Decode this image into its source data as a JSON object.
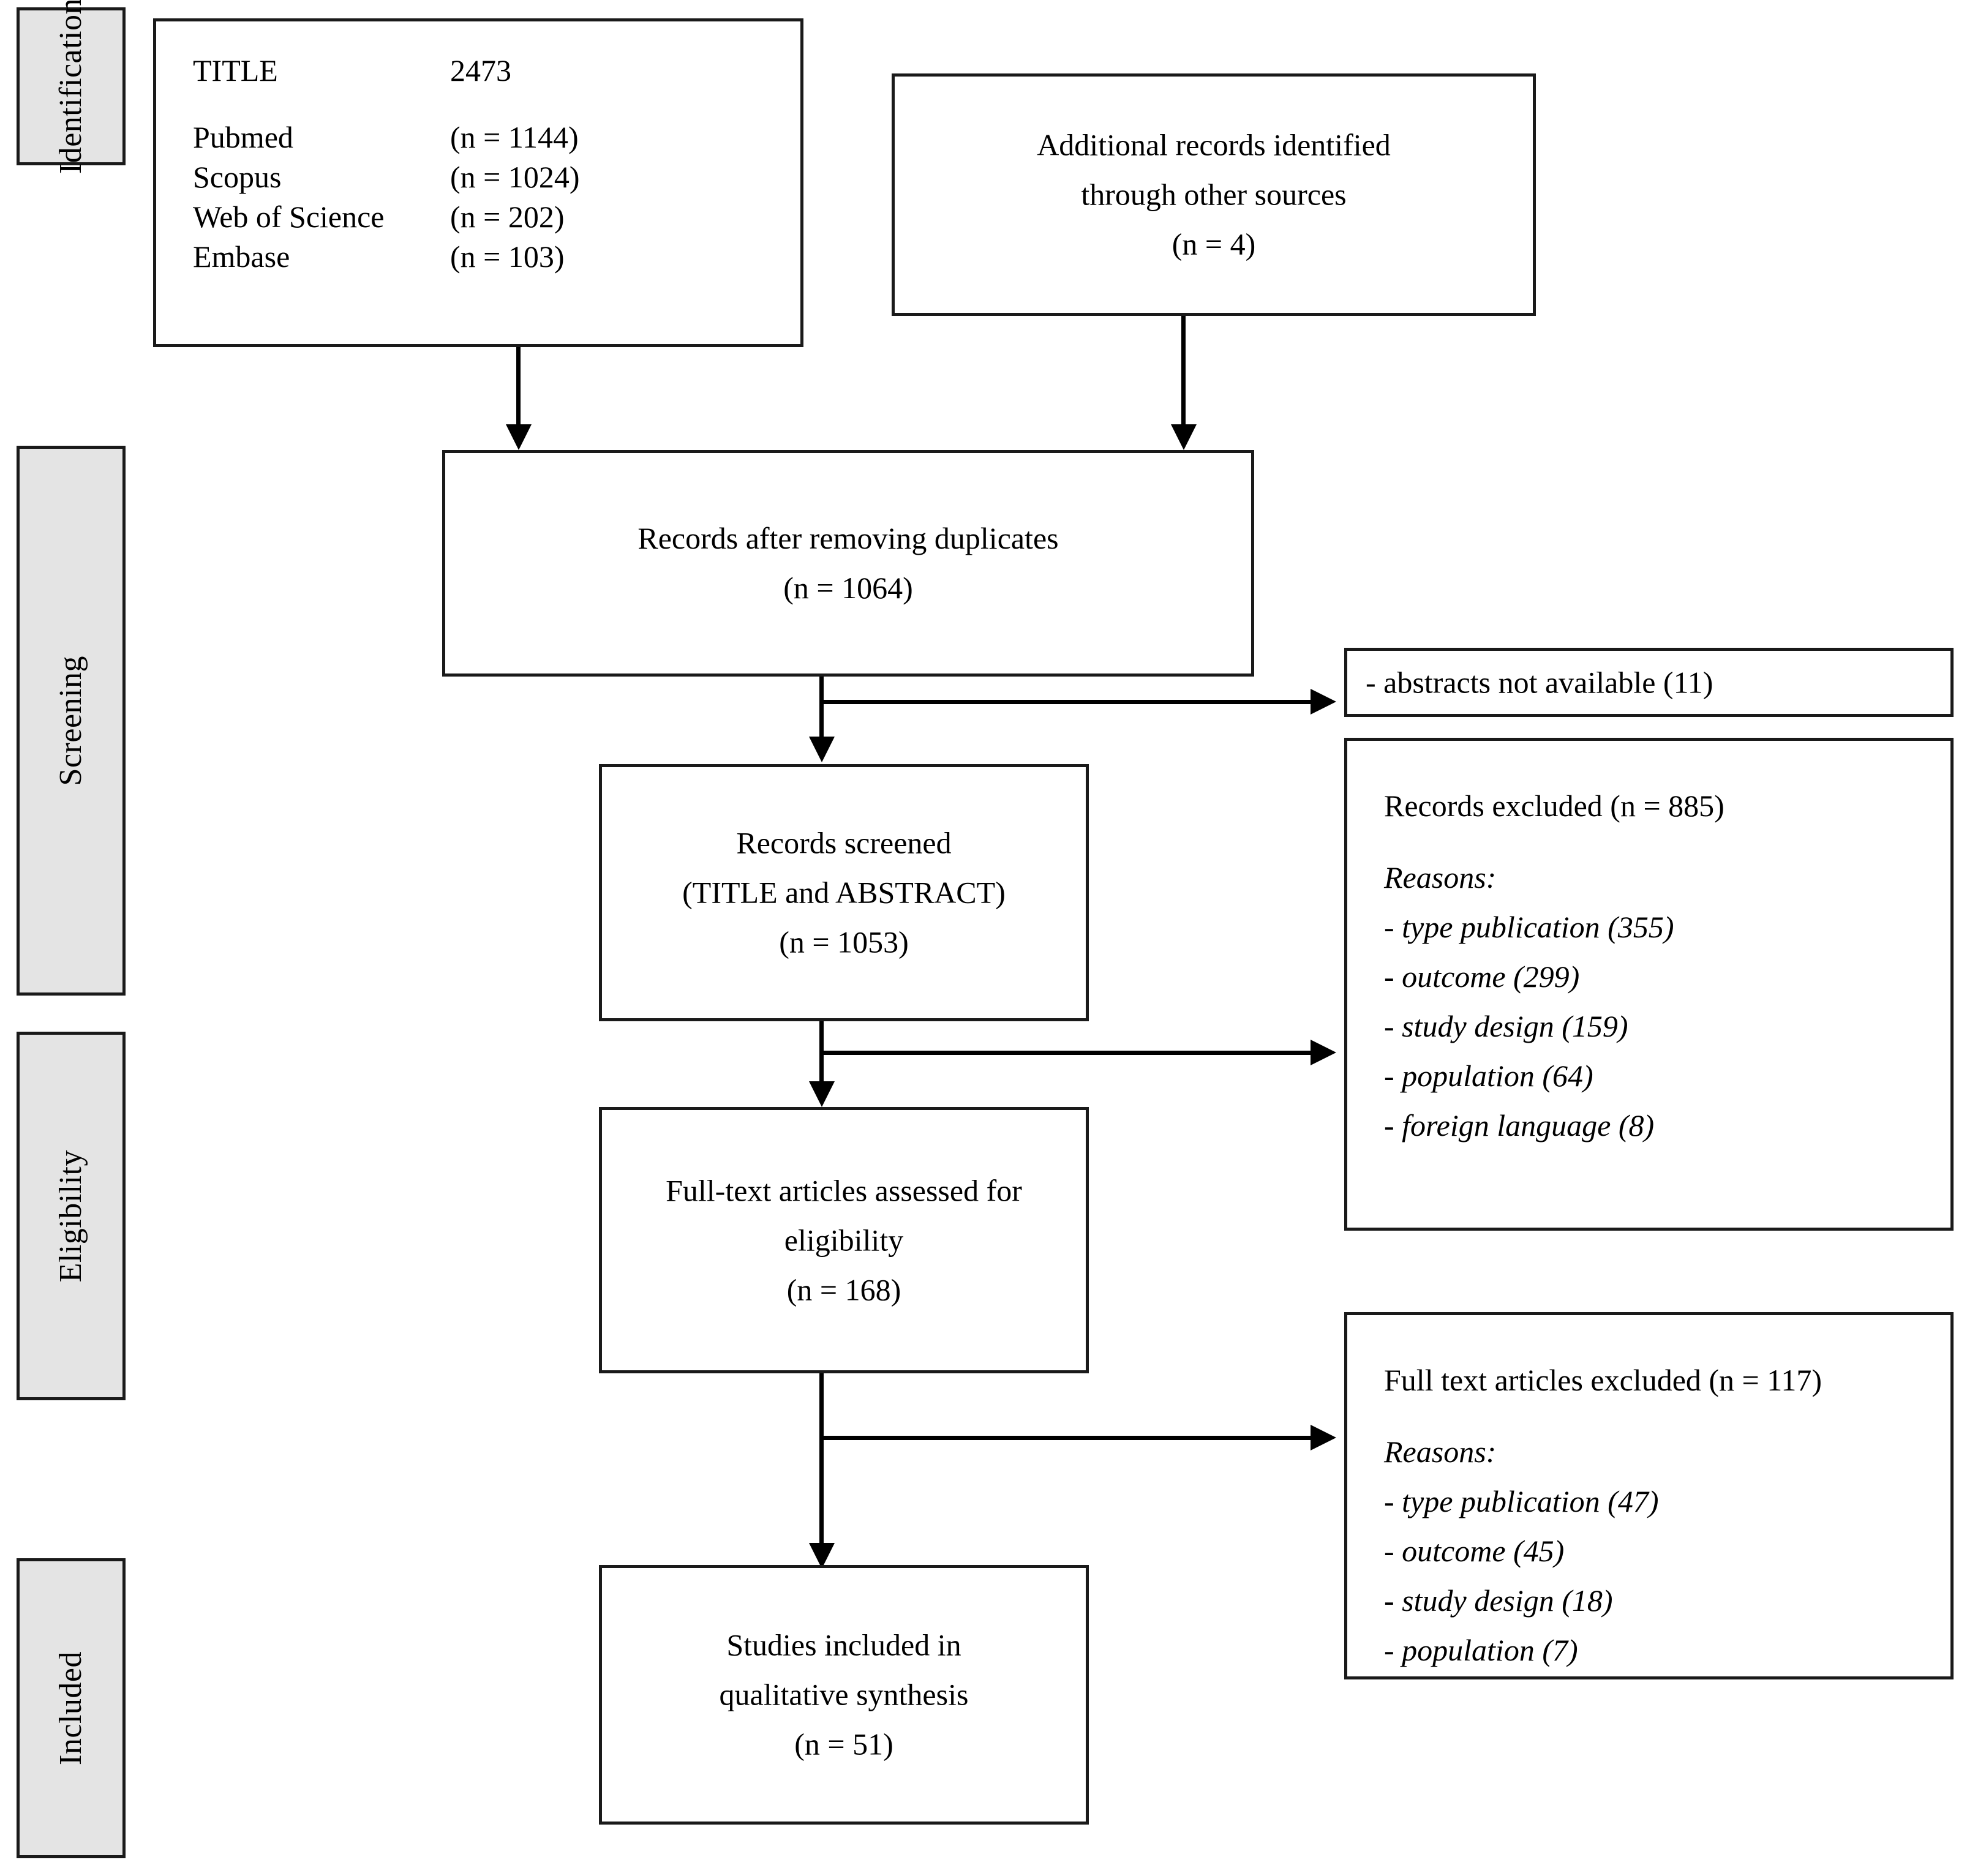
{
  "diagram": {
    "type": "prisma-flow-diagram",
    "stages": [
      {
        "id": "identification",
        "label": "Identification"
      },
      {
        "id": "screening",
        "label": "Screening"
      },
      {
        "id": "eligibility",
        "label": "Eligibility"
      },
      {
        "id": "included",
        "label": "Included"
      }
    ],
    "identification": {
      "title_label": "TITLE",
      "title_count": "2473",
      "sources": [
        {
          "name": "Pubmed",
          "count": "(n = 1144)"
        },
        {
          "name": "Scopus",
          "count": "(n = 1024)"
        },
        {
          "name": "Web of Science",
          "count": "(n = 202)"
        },
        {
          "name": "Embase",
          "count": "(n = 103)"
        }
      ],
      "additional_records": {
        "line1": "Additional records identified",
        "line2": "through other sources",
        "count": "(n = 4)"
      }
    },
    "screening": {
      "duplicates": {
        "line1": "Records after removing duplicates",
        "count": "(n = 1064)"
      },
      "abstracts_not_available": "- abstracts not available (11)",
      "records_screened": {
        "line1": "Records screened",
        "line2": "(TITLE and ABSTRACT)",
        "count": "(n = 1053)"
      },
      "records_excluded": {
        "heading": "Records excluded (n = 885)",
        "reasons_label": "Reasons:",
        "reasons": [
          "- type publication (355)",
          "- outcome (299)",
          "- study design (159)",
          "- population (64)",
          "- foreign language (8)"
        ]
      }
    },
    "eligibility": {
      "fulltext_assessed": {
        "line1": "Full-text articles assessed for",
        "line2": "eligibility",
        "count": "(n = 168)"
      },
      "fulltext_excluded": {
        "heading": "Full text articles excluded (n = 117)",
        "reasons_label": "Reasons:",
        "reasons": [
          "- type publication (47)",
          "- outcome (45)",
          "- study design (18)",
          "- population (7)"
        ]
      }
    },
    "included": {
      "studies_included": {
        "line1": "Studies included in",
        "line2": "qualitative synthesis",
        "count": "(n = 51)"
      }
    }
  },
  "colors": {
    "stage_fill": "#e4e4e4",
    "stroke": "#1a1a1a",
    "box_fill": "#ffffff",
    "text": "#000000"
  }
}
